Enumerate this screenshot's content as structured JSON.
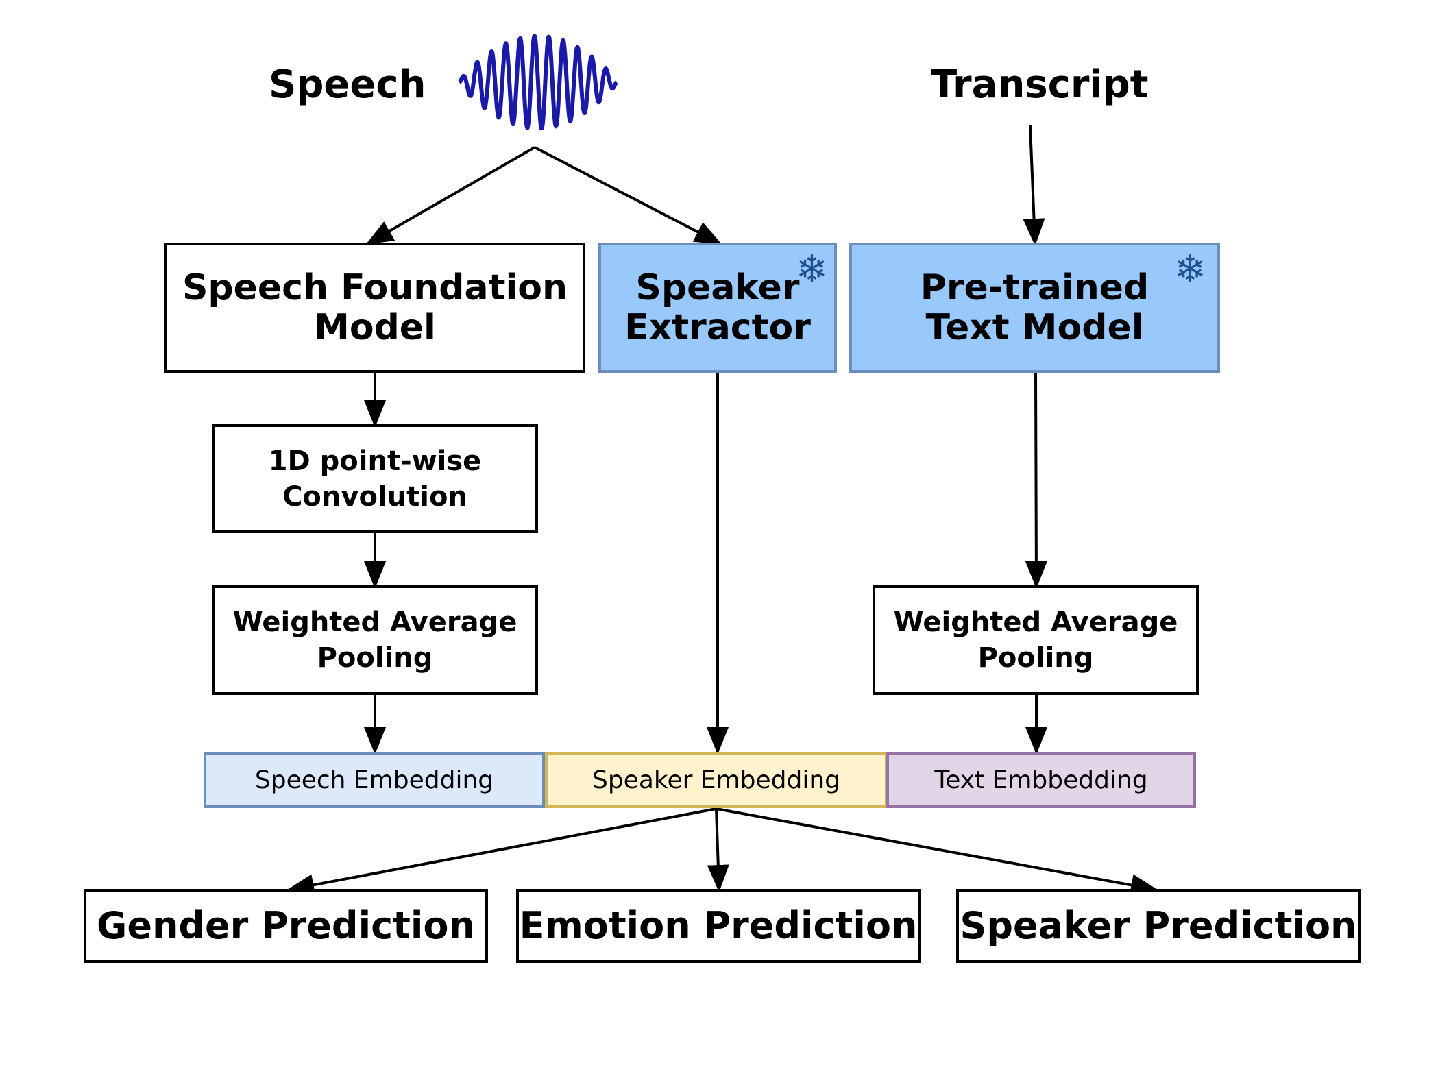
{
  "inputs": {
    "speech": "Speech",
    "transcript": "Transcript"
  },
  "icons": {
    "waveform": "waveform-icon",
    "frozen": "snowflake-icon"
  },
  "modules": {
    "speech_foundation": "Speech Foundation\nModel",
    "speaker_extractor": "Speaker\nExtractor",
    "text_model": "Pre-trained\nText Model",
    "conv": "1D point-wise\nConvolution",
    "pool_left": "Weighted Average\nPooling",
    "pool_right": "Weighted Average\nPooling"
  },
  "embeddings": {
    "speech": "Speech Embedding",
    "speaker": "Speaker Embedding",
    "text": "Text Embbedding"
  },
  "outputs": {
    "gender": "Gender Prediction",
    "emotion": "Emotion Prediction",
    "speaker": "Speaker Prediction"
  },
  "colors": {
    "frozen_fill": "#99c9fb",
    "frozen_border": "#6a8fbd",
    "speech_emb_fill": "#dbe9fb",
    "speech_emb_border": "#6a8fbd",
    "speaker_emb_fill": "#fff2cc",
    "speaker_emb_border": "#d6b656",
    "text_emb_fill": "#e1d5e7",
    "text_emb_border": "#9673a6",
    "waveform": "#1a1aa8"
  }
}
